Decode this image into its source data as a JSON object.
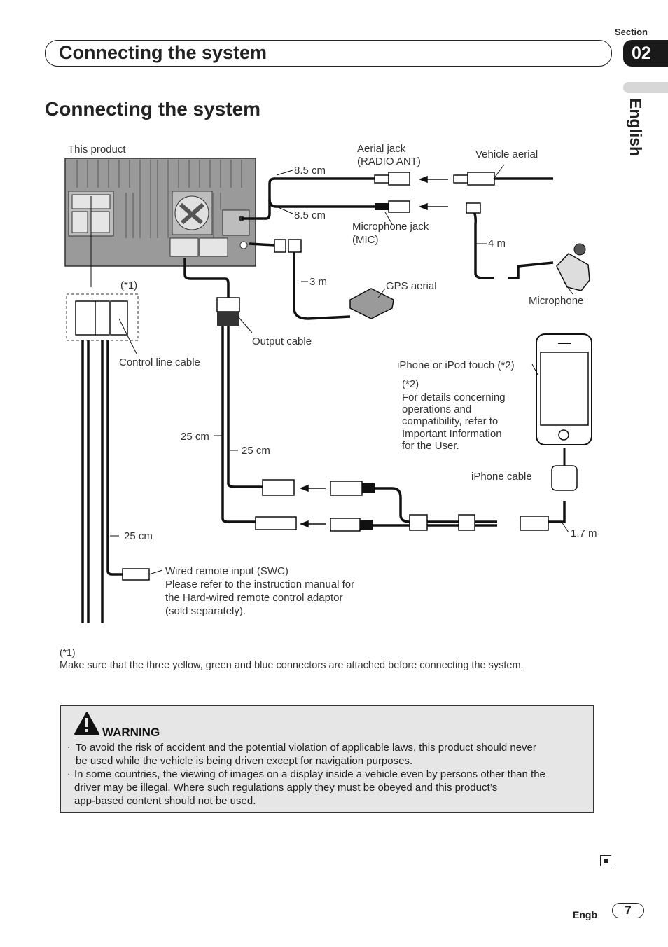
{
  "header": {
    "section_label": "Section",
    "section_number": "02",
    "title": "Connecting the system",
    "language": "English"
  },
  "page_title": "Connecting the system",
  "diagram": {
    "this_product": "This product",
    "aerial_jack": [
      "Aerial jack",
      "(RADIO ANT)"
    ],
    "vehicle_aerial": "Vehicle aerial",
    "len_85a": "8.5 cm",
    "len_85b": "8.5 cm",
    "mic_jack": [
      "Microphone jack",
      "(MIC)"
    ],
    "len_4m": "4 m",
    "note1_marker": "(*1)",
    "len_3m": "3 m",
    "gps_aerial": "GPS aerial",
    "microphone": "Microphone",
    "output_cable": "Output cable",
    "control_line_cable": "Control line cable",
    "iphone_label": "iPhone or iPod touch (*2)",
    "note2": [
      "(*2)",
      "For details concerning",
      "operations and",
      "compatibility, refer to",
      "Important Information",
      "for the User."
    ],
    "len_25a": "25 cm",
    "len_25b": "25 cm",
    "iphone_cable": "iPhone cable",
    "len_25c": "25 cm",
    "len_17m": "1.7 m",
    "wired_remote": [
      "Wired remote input (SWC)",
      "Please refer to the instruction manual for",
      "the Hard-wired remote control adaptor",
      "(sold separately)."
    ]
  },
  "note": {
    "label": "(*1)",
    "text": "Make sure that the three yellow, green and blue connectors are attached before connecting the system."
  },
  "warning": {
    "title": "WARNING",
    "items": [
      [
        "To avoid the risk of accident and the potential violation of applicable laws, this product should never",
        "be used while the vehicle is being driven except for navigation purposes."
      ],
      [
        "In some countries, the viewing of images on a display inside a vehicle even by persons other than the",
        "driver may be illegal. Where such regulations apply they must be obeyed and this product’s",
        "app-based content should not be used."
      ]
    ]
  },
  "footer": {
    "code": "Engb",
    "page": "7"
  }
}
